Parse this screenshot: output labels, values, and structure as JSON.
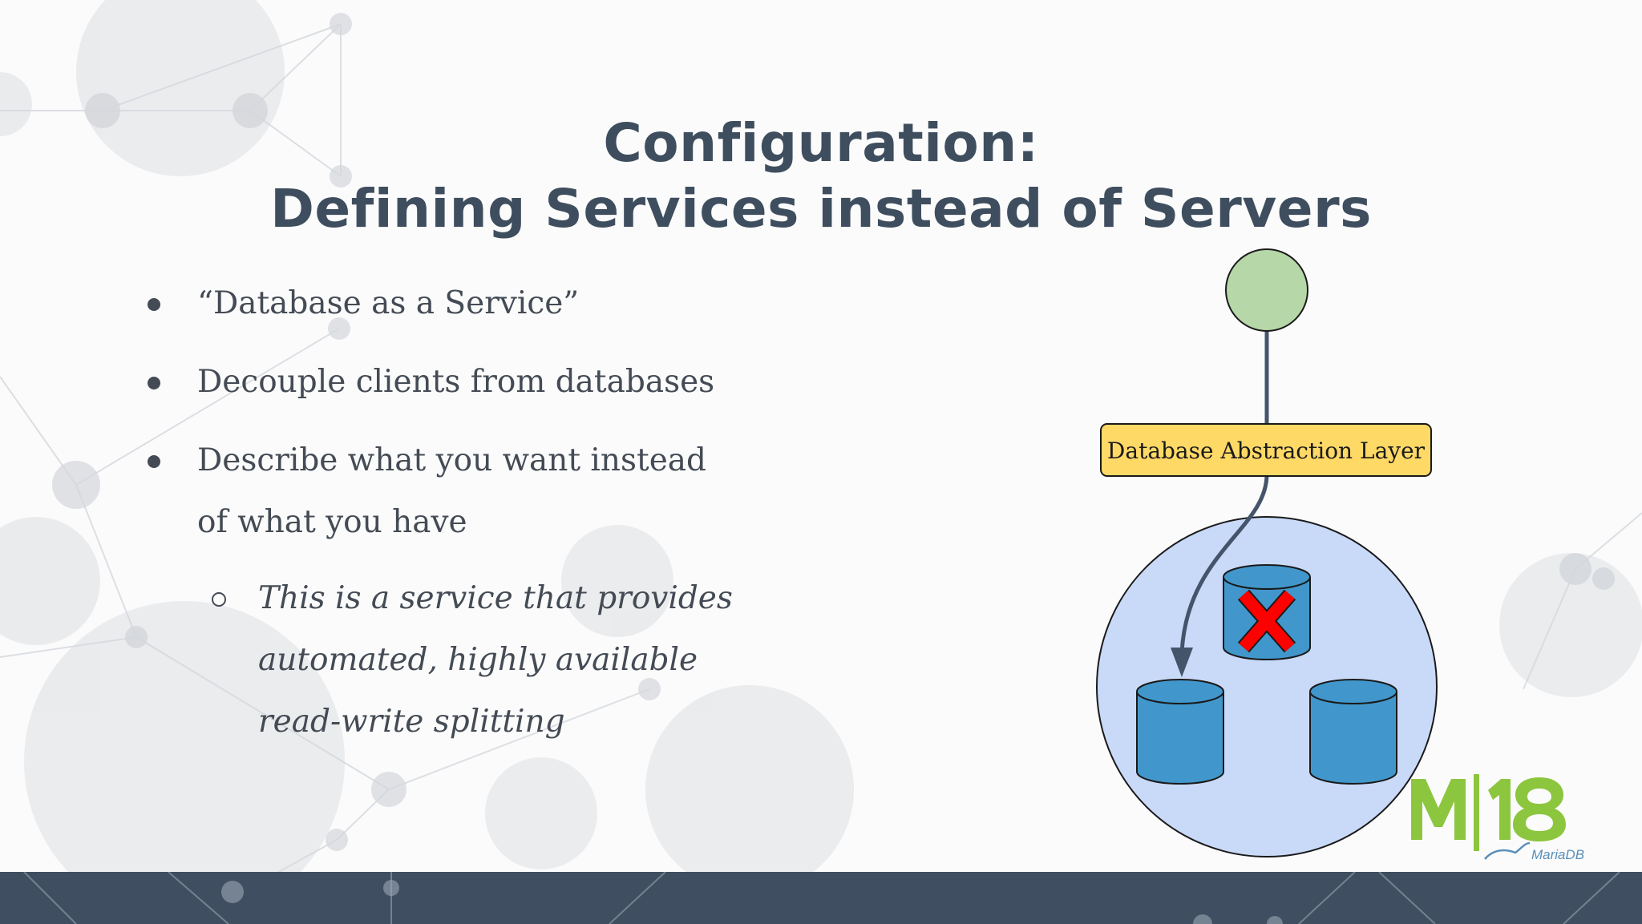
{
  "slide": {
    "title_line1": "Configuration:",
    "title_line2": "Defining Services instead of Servers"
  },
  "bullets": [
    "“Database as a Service”",
    "Decouple clients from databases",
    "Describe what you want instead of what you have"
  ],
  "sub_bullet": "This is a service that provides automated, highly available read-write splitting",
  "diagram": {
    "layer_label": "Database Abstraction Layer",
    "colors": {
      "client_node": "#b6d7a8",
      "layer_box": "#ffd966",
      "cluster": "#c9daf8",
      "database": "#4197cb",
      "failed_marker": "#ff0000",
      "connector": "#44546a"
    },
    "icons": [
      "client-node-icon",
      "database-icon",
      "failed-x-icon"
    ]
  },
  "logo": {
    "text": "M|18",
    "brand": "MariaDB",
    "color": "#8cc63e"
  },
  "theme": {
    "title_color": "#3f4e5e",
    "text_color": "#444b54",
    "footer_color": "#3f4f61"
  }
}
